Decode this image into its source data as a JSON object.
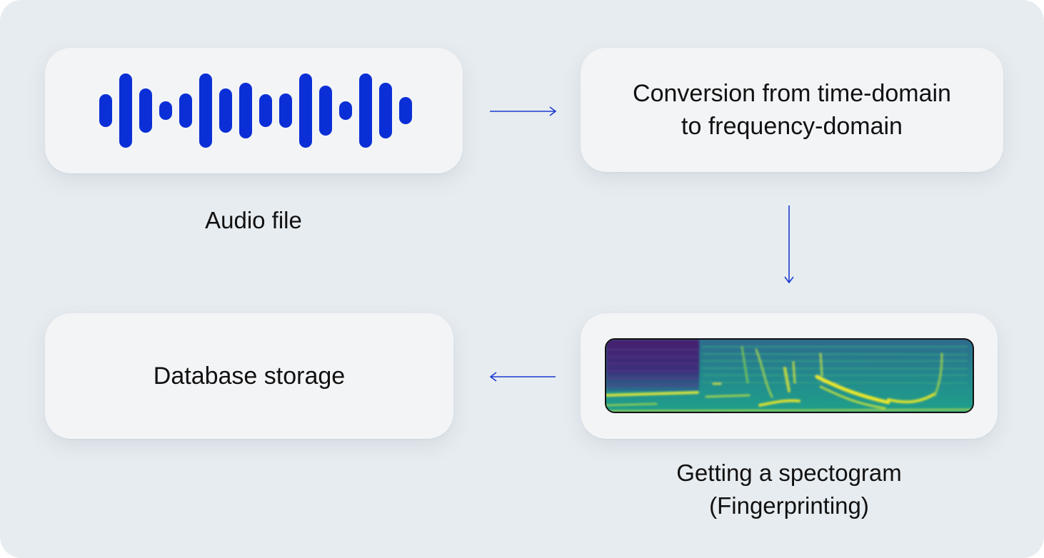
{
  "diagram": {
    "nodes": [
      {
        "id": "audio",
        "label": "",
        "caption": "Audio file",
        "icon": "audio-waveform-icon"
      },
      {
        "id": "conversion",
        "label": "Conversion from time-domain\nto frequency-domain"
      },
      {
        "id": "spectrogram",
        "label": "",
        "caption": "Getting a spectogram\n(Fingerprinting)",
        "icon": "spectrogram-image"
      },
      {
        "id": "database",
        "label": "Database storage"
      }
    ],
    "edges": [
      {
        "from": "audio",
        "to": "conversion",
        "direction": "right"
      },
      {
        "from": "conversion",
        "to": "spectrogram",
        "direction": "down"
      },
      {
        "from": "spectrogram",
        "to": "database",
        "direction": "left"
      }
    ]
  },
  "colors": {
    "background": "#e7ecf0",
    "card": "#f3f4f6",
    "accent": "#0a2fd6",
    "arrow": "#1d3bcf",
    "text": "#111111"
  }
}
